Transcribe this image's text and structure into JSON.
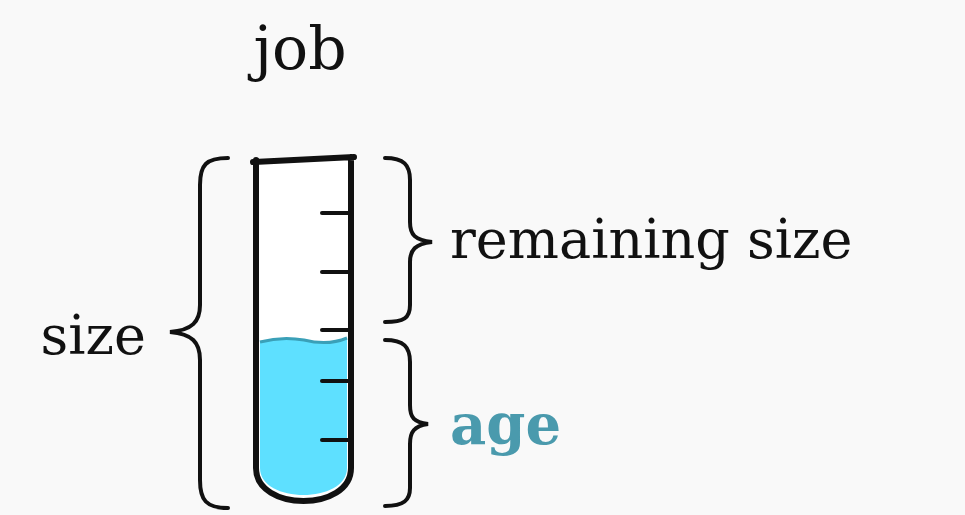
{
  "diagram": {
    "labels": [
      "job",
      "size",
      "remaining size",
      "age"
    ]
  }
}
